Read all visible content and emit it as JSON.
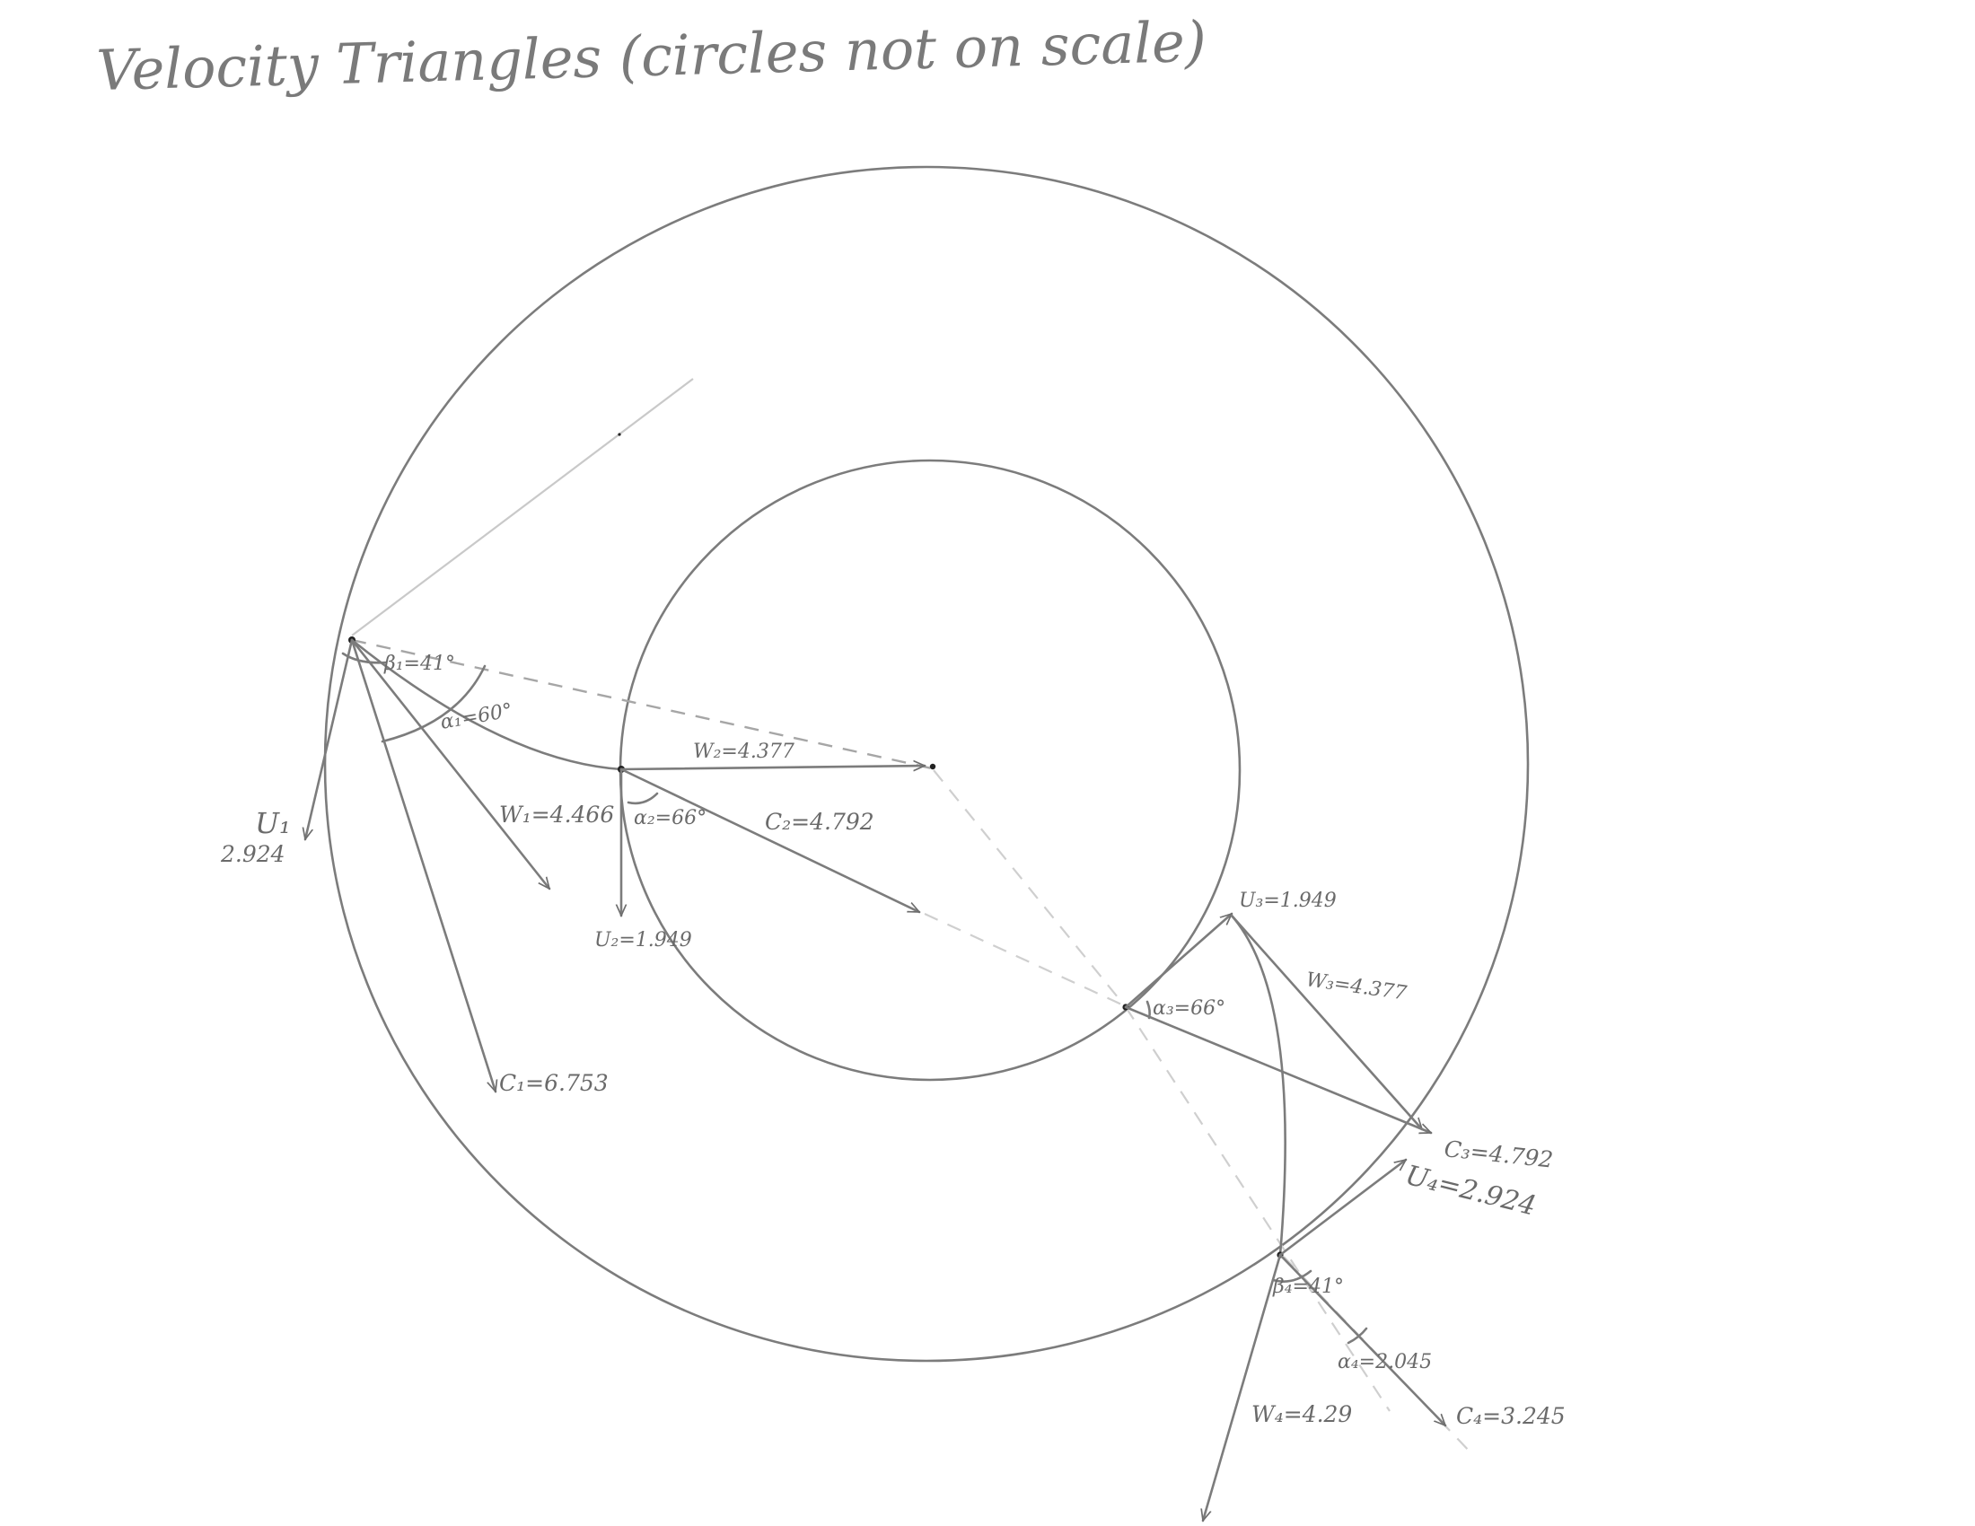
{
  "title": "Velocity Triangles (circles not on scale)",
  "labels": {
    "u1_name": "U₁",
    "u1_value": "2.924",
    "beta1": "β₁=41°",
    "alpha1": "α₁=60°",
    "w1": "W₁=4.466",
    "c1": "C₁=6.753",
    "w2": "W₂=4.377",
    "alpha2": "α₂=66°",
    "c2": "C₂=4.792",
    "u2": "U₂=1.949",
    "u3": "U₃=1.949",
    "w3": "W₃=4.377",
    "alpha3": "α₃=66°",
    "c3": "C₃=4.792",
    "u4": "U₄=2.924",
    "beta4": "β₄=41°",
    "alpha4": "α₄=2.045",
    "w4": "W₄=4.29",
    "c4": "C₄=3.245"
  },
  "colors": {
    "paper": "#ffffff",
    "pencil": "#7c7c7c"
  }
}
